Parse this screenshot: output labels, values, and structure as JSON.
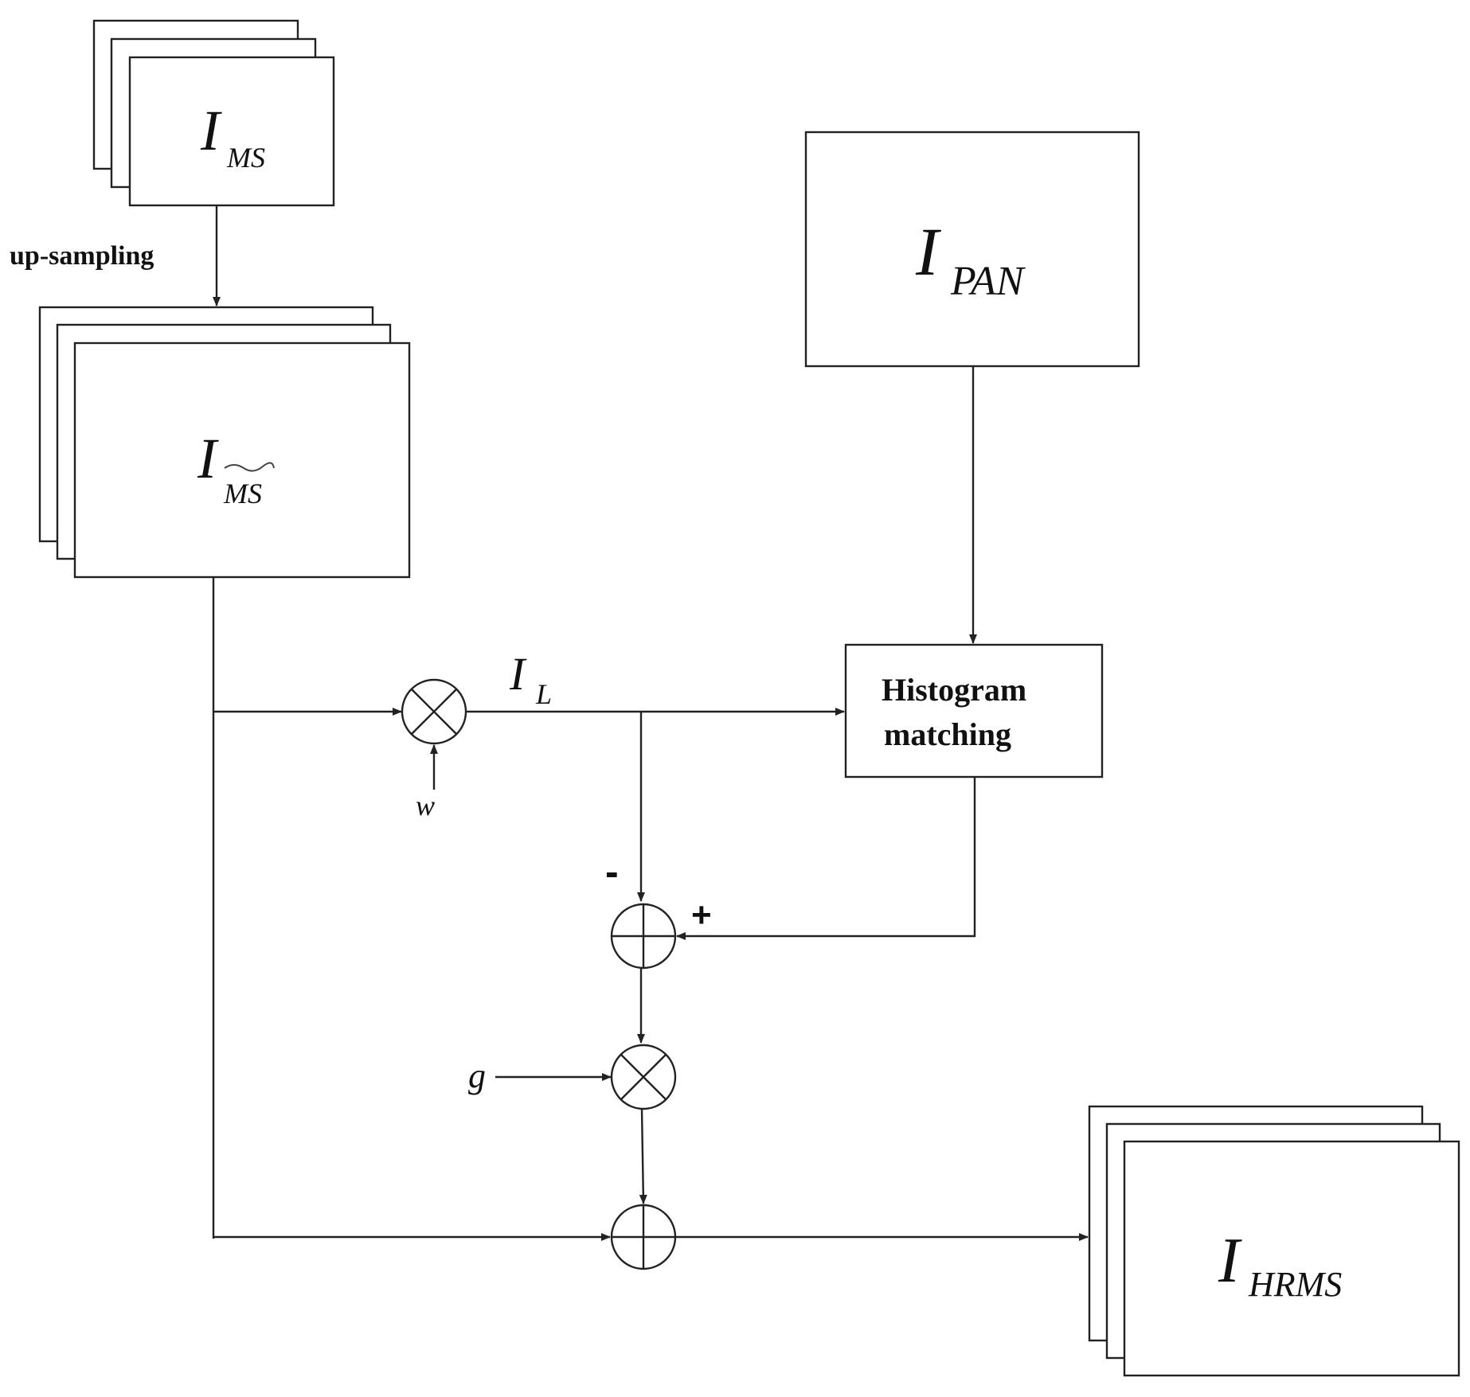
{
  "blocks": {
    "ms": {
      "main": "I",
      "sub": "MS"
    },
    "ms_up": {
      "main": "I",
      "sub": "MS"
    },
    "pan": {
      "main": "I",
      "sub": "PAN"
    },
    "hrms": {
      "main": "I",
      "sub": "HRMS"
    },
    "histogram": {
      "line1": "Histogram",
      "line2": "matching"
    }
  },
  "labels": {
    "upsampling": "up-sampling",
    "il_main": "I",
    "il_sub": "L",
    "w": "w",
    "g": "g",
    "minus": "-",
    "plus": "+"
  }
}
